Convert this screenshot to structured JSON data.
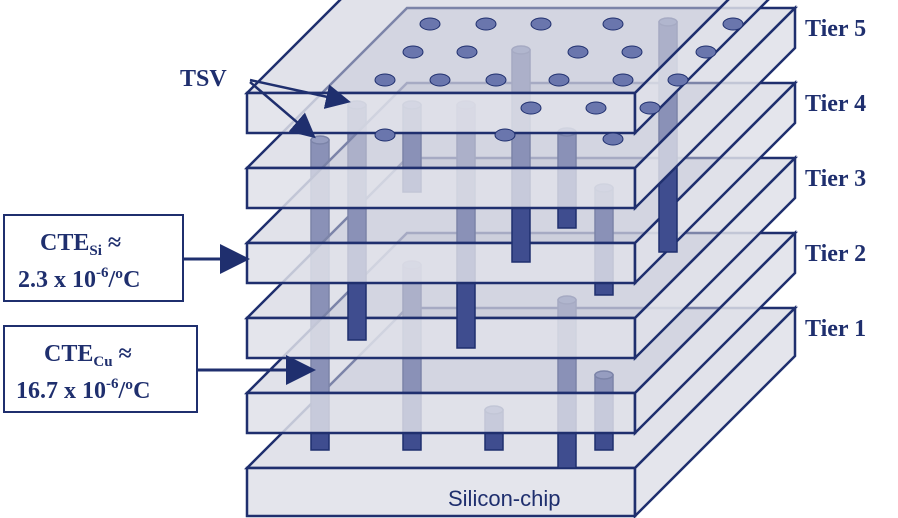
{
  "tiers": [
    "Tier 5",
    "Tier 4",
    "Tier 3",
    "Tier 2",
    "Tier 1"
  ],
  "base_label": "Silicon-chip",
  "tsv_label": "TSV",
  "cte_si": {
    "prefix": "CTE",
    "sub": "Si",
    "approx": " ≈",
    "line2_main": "2.3 x 10",
    "line2_exp": "-6",
    "line2_unit": "/ºC"
  },
  "cte_cu": {
    "prefix": "CTE",
    "sub": "Cu",
    "approx": " ≈",
    "line2_main": "16.7 x 10",
    "line2_exp": "-6",
    "line2_unit": "/ºC"
  },
  "colors": {
    "stroke": "#1f2f6e",
    "tsv_fill": "#3f4d8f",
    "top_face": "#c9cbd9",
    "side_face": "#dfe1e9",
    "text": "#1f2f6e"
  }
}
